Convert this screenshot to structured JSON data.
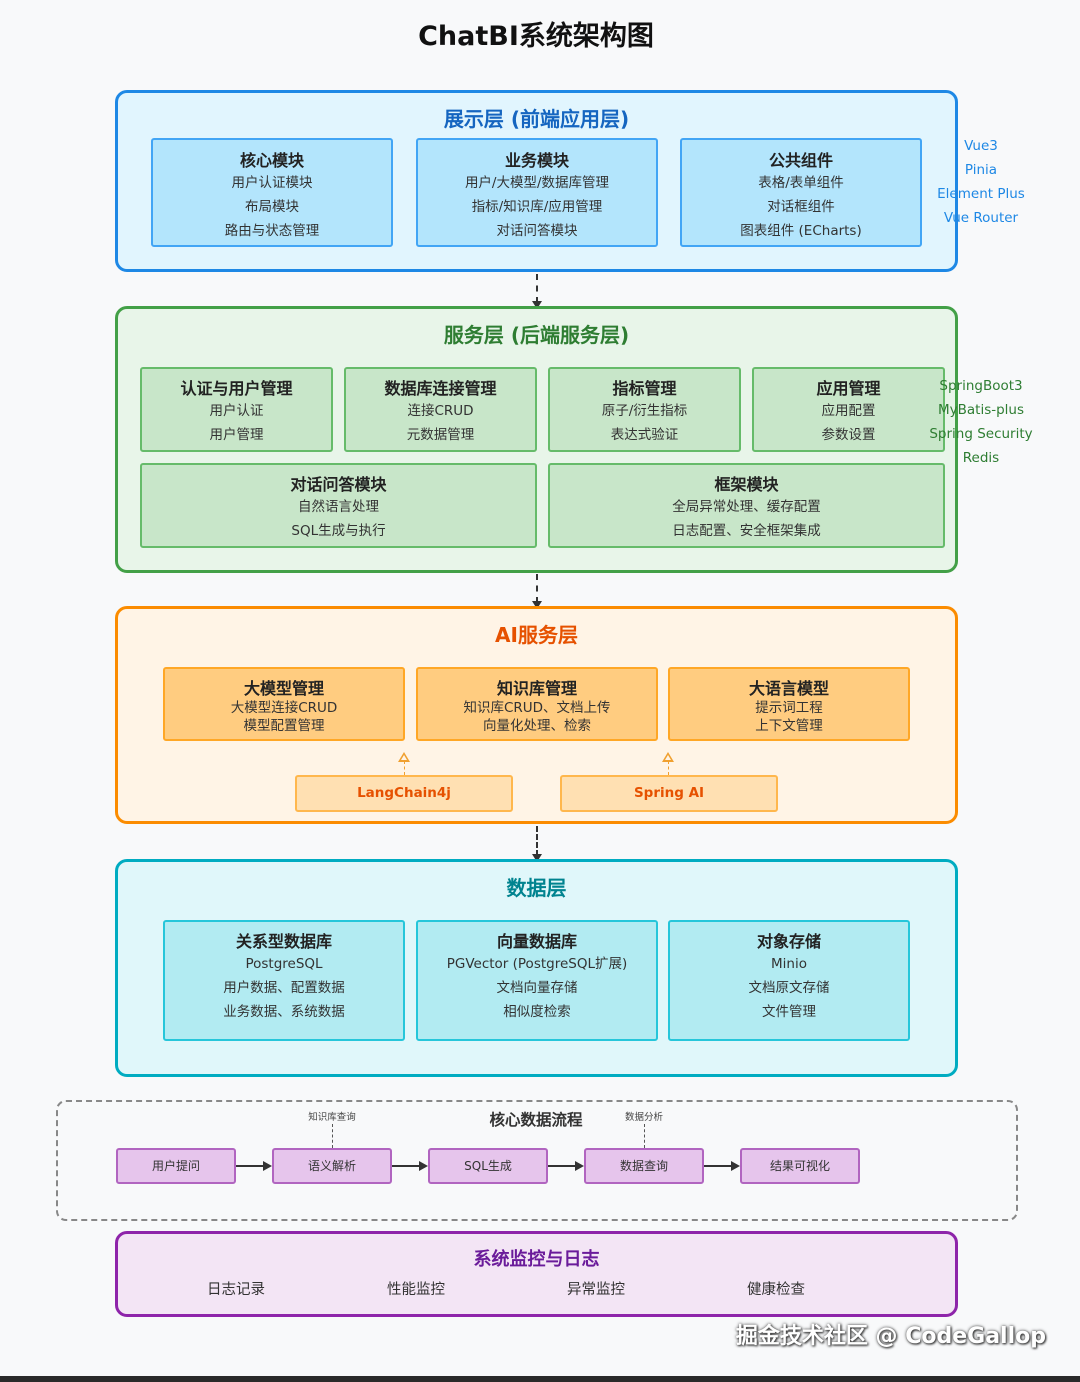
{
  "title": "ChatBI系统架构图",
  "presentation": {
    "title": "展示层 (前端应用层)",
    "boxes": [
      {
        "title": "核心模块",
        "lines": [
          "用户认证模块",
          "布局模块",
          "路由与状态管理"
        ]
      },
      {
        "title": "业务模块",
        "lines": [
          "用户/大模型/数据库管理",
          "指标/知识库/应用管理",
          "对话问答模块"
        ]
      },
      {
        "title": "公共组件",
        "lines": [
          "表格/表单组件",
          "对话框组件",
          "图表组件 (ECharts)"
        ]
      }
    ],
    "tech": [
      "Vue3",
      "Pinia",
      "Element Plus",
      "Vue Router"
    ]
  },
  "service": {
    "title": "服务层 (后端服务层)",
    "boxes": [
      {
        "title": "认证与用户管理",
        "lines": [
          "用户认证",
          "用户管理"
        ]
      },
      {
        "title": "数据库连接管理",
        "lines": [
          "连接CRUD",
          "元数据管理"
        ]
      },
      {
        "title": "指标管理",
        "lines": [
          "原子/衍生指标",
          "表达式验证"
        ]
      },
      {
        "title": "应用管理",
        "lines": [
          "应用配置",
          "参数设置"
        ]
      },
      {
        "title": "对话问答模块",
        "lines": [
          "自然语言处理",
          "SQL生成与执行"
        ]
      },
      {
        "title": "框架模块",
        "lines": [
          "全局异常处理、缓存配置",
          "日志配置、安全框架集成"
        ]
      }
    ],
    "tech": [
      "SpringBoot3",
      "MyBatis-plus",
      "Spring Security",
      "Redis"
    ]
  },
  "ai": {
    "title": "AI服务层",
    "boxes": [
      {
        "title": "大模型管理",
        "lines": [
          "大模型连接CRUD",
          "模型配置管理"
        ]
      },
      {
        "title": "知识库管理",
        "lines": [
          "知识库CRUD、文档上传",
          "向量化处理、检索"
        ]
      },
      {
        "title": "大语言模型",
        "lines": [
          "提示词工程",
          "上下文管理"
        ]
      }
    ],
    "frameworks": [
      "LangChain4j",
      "Spring AI"
    ]
  },
  "data": {
    "title": "数据层",
    "boxes": [
      {
        "title": "关系型数据库",
        "lines": [
          "PostgreSQL",
          "用户数据、配置数据",
          "业务数据、系统数据"
        ]
      },
      {
        "title": "向量数据库",
        "lines": [
          "PGVector (PostgreSQL扩展)",
          "文档向量存储",
          "相似度检索"
        ]
      },
      {
        "title": "对象存储",
        "lines": [
          "Minio",
          "文档原文存储",
          "文件管理"
        ]
      }
    ]
  },
  "flow": {
    "title": "核心数据流程",
    "steps": [
      "用户提问",
      "语义解析",
      "SQL生成",
      "数据查询",
      "结果可视化"
    ],
    "notes": [
      "知识库查询",
      "数据分析"
    ]
  },
  "monitoring": {
    "title": "系统监控与日志",
    "items": [
      "日志记录",
      "性能监控",
      "异常监控",
      "健康检查"
    ]
  },
  "watermark": "掘金技术社区 @ CodeGallop",
  "colors": {
    "presentation_bg": "#e1f5fe",
    "presentation_border": "#1e88e5",
    "presentation_title": "#1565c0",
    "service_bg": "#e8f5e9",
    "service_border": "#43a047",
    "service_title": "#2e7d32",
    "ai_bg": "#fff4e6",
    "ai_border": "#fb8c00",
    "ai_title": "#e65100",
    "data_bg": "#e0f7fa",
    "data_border": "#00acc1",
    "data_title": "#00838f",
    "monitor_bg": "#f3e5f5",
    "monitor_border": "#8e24aa",
    "monitor_title": "#6a1b9a"
  }
}
